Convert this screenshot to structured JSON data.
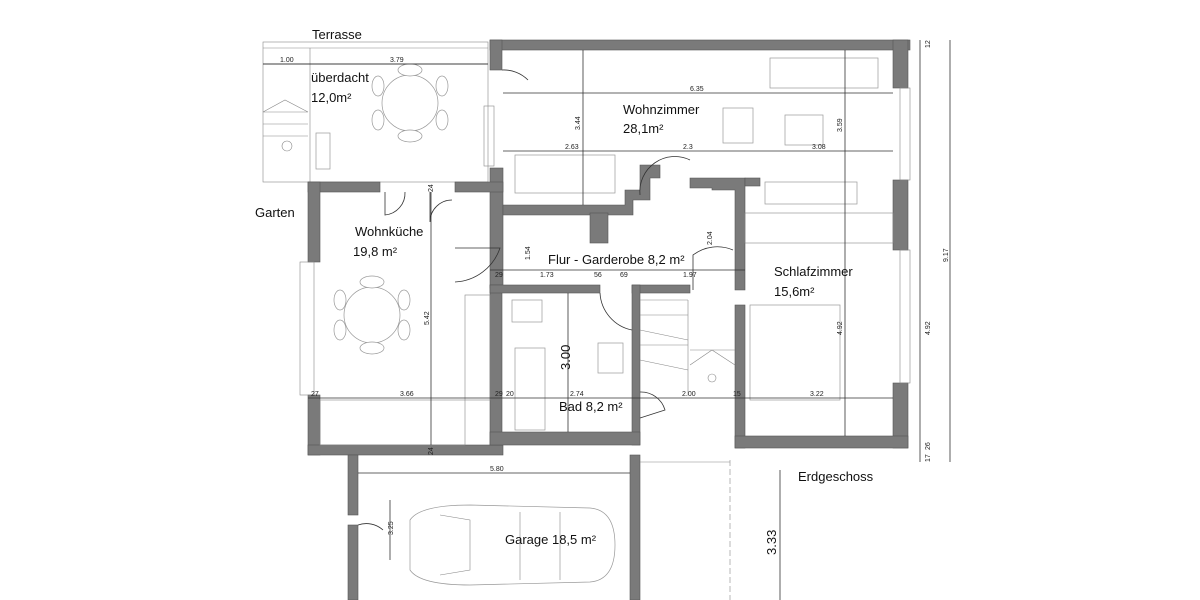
{
  "rooms": {
    "terrasse": {
      "name": "Terrasse",
      "sub": "überdacht",
      "area": "12,0m²"
    },
    "wohnzimmer": {
      "name": "Wohnzimmer",
      "area": "28,1m²"
    },
    "wohnkueche": {
      "name": "Wohnküche",
      "area": "19,8 m²"
    },
    "flur": {
      "label": "Flur - Garderobe 8,2 m²"
    },
    "schlafzimmer": {
      "name": "Schlafzimmer",
      "area": "15,6m²"
    },
    "bad": {
      "label": "Bad 8,2 m²"
    },
    "garage": {
      "label": "Garage 18,5 m²"
    }
  },
  "labels": {
    "garten": "Garten",
    "floor": "Erdgeschoss"
  },
  "dimensions": {
    "terr_w1": "1.00",
    "terr_w2": "3.79",
    "wz_w": "6.35",
    "wz_h": "3.44",
    "wz_a": "2.63",
    "wz_b": "2.3",
    "wz_c": "3.08",
    "wz_r": "3.59",
    "wk_door": "24",
    "flur_h": "1.54",
    "flur_h2": "2.04",
    "f1": "29",
    "f2": "1.73",
    "f3": "56",
    "f4": "69",
    "f5": "1.97",
    "wk_h": "5.42",
    "wk_w": "3.66",
    "wk_l": "27",
    "b1": "29",
    "b2": "20",
    "b3": "2.74",
    "bad_h": "3.00",
    "st": "2.00",
    "s1": "15",
    "sz_w": "3.22",
    "sz_h": "4.92",
    "sz_h2": "4.92",
    "tot": "9.17",
    "r1": "17",
    "r2": "26",
    "r3": "12",
    "wk_b": "24",
    "gar_w": "5.80",
    "gar_d": "3.25",
    "gar_h": "3.33"
  }
}
